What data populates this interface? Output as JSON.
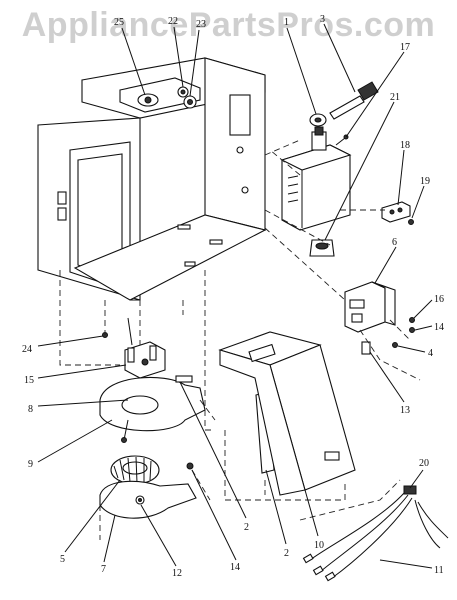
{
  "watermark": "AppliancePartsPros.com",
  "callouts": [
    {
      "id": "label-25",
      "text": "25"
    },
    {
      "id": "label-22",
      "text": "22"
    },
    {
      "id": "label-23",
      "text": "23"
    },
    {
      "id": "label-1",
      "text": "1"
    },
    {
      "id": "label-3",
      "text": "3"
    },
    {
      "id": "label-17",
      "text": "17"
    },
    {
      "id": "label-21",
      "text": "21"
    },
    {
      "id": "label-18",
      "text": "18"
    },
    {
      "id": "label-19",
      "text": "19"
    },
    {
      "id": "label-6",
      "text": "6"
    },
    {
      "id": "label-16",
      "text": "16"
    },
    {
      "id": "label-14a",
      "text": "14"
    },
    {
      "id": "label-4",
      "text": "4"
    },
    {
      "id": "label-13",
      "text": "13"
    },
    {
      "id": "label-24",
      "text": "24"
    },
    {
      "id": "label-15",
      "text": "15"
    },
    {
      "id": "label-8",
      "text": "8"
    },
    {
      "id": "label-9",
      "text": "9"
    },
    {
      "id": "label-2a",
      "text": "2"
    },
    {
      "id": "label-2b",
      "text": "2"
    },
    {
      "id": "label-10",
      "text": "10"
    },
    {
      "id": "label-20",
      "text": "20"
    },
    {
      "id": "label-11",
      "text": "11"
    },
    {
      "id": "label-5",
      "text": "5"
    },
    {
      "id": "label-7",
      "text": "7"
    },
    {
      "id": "label-12",
      "text": "12"
    },
    {
      "id": "label-14b",
      "text": "14"
    }
  ]
}
